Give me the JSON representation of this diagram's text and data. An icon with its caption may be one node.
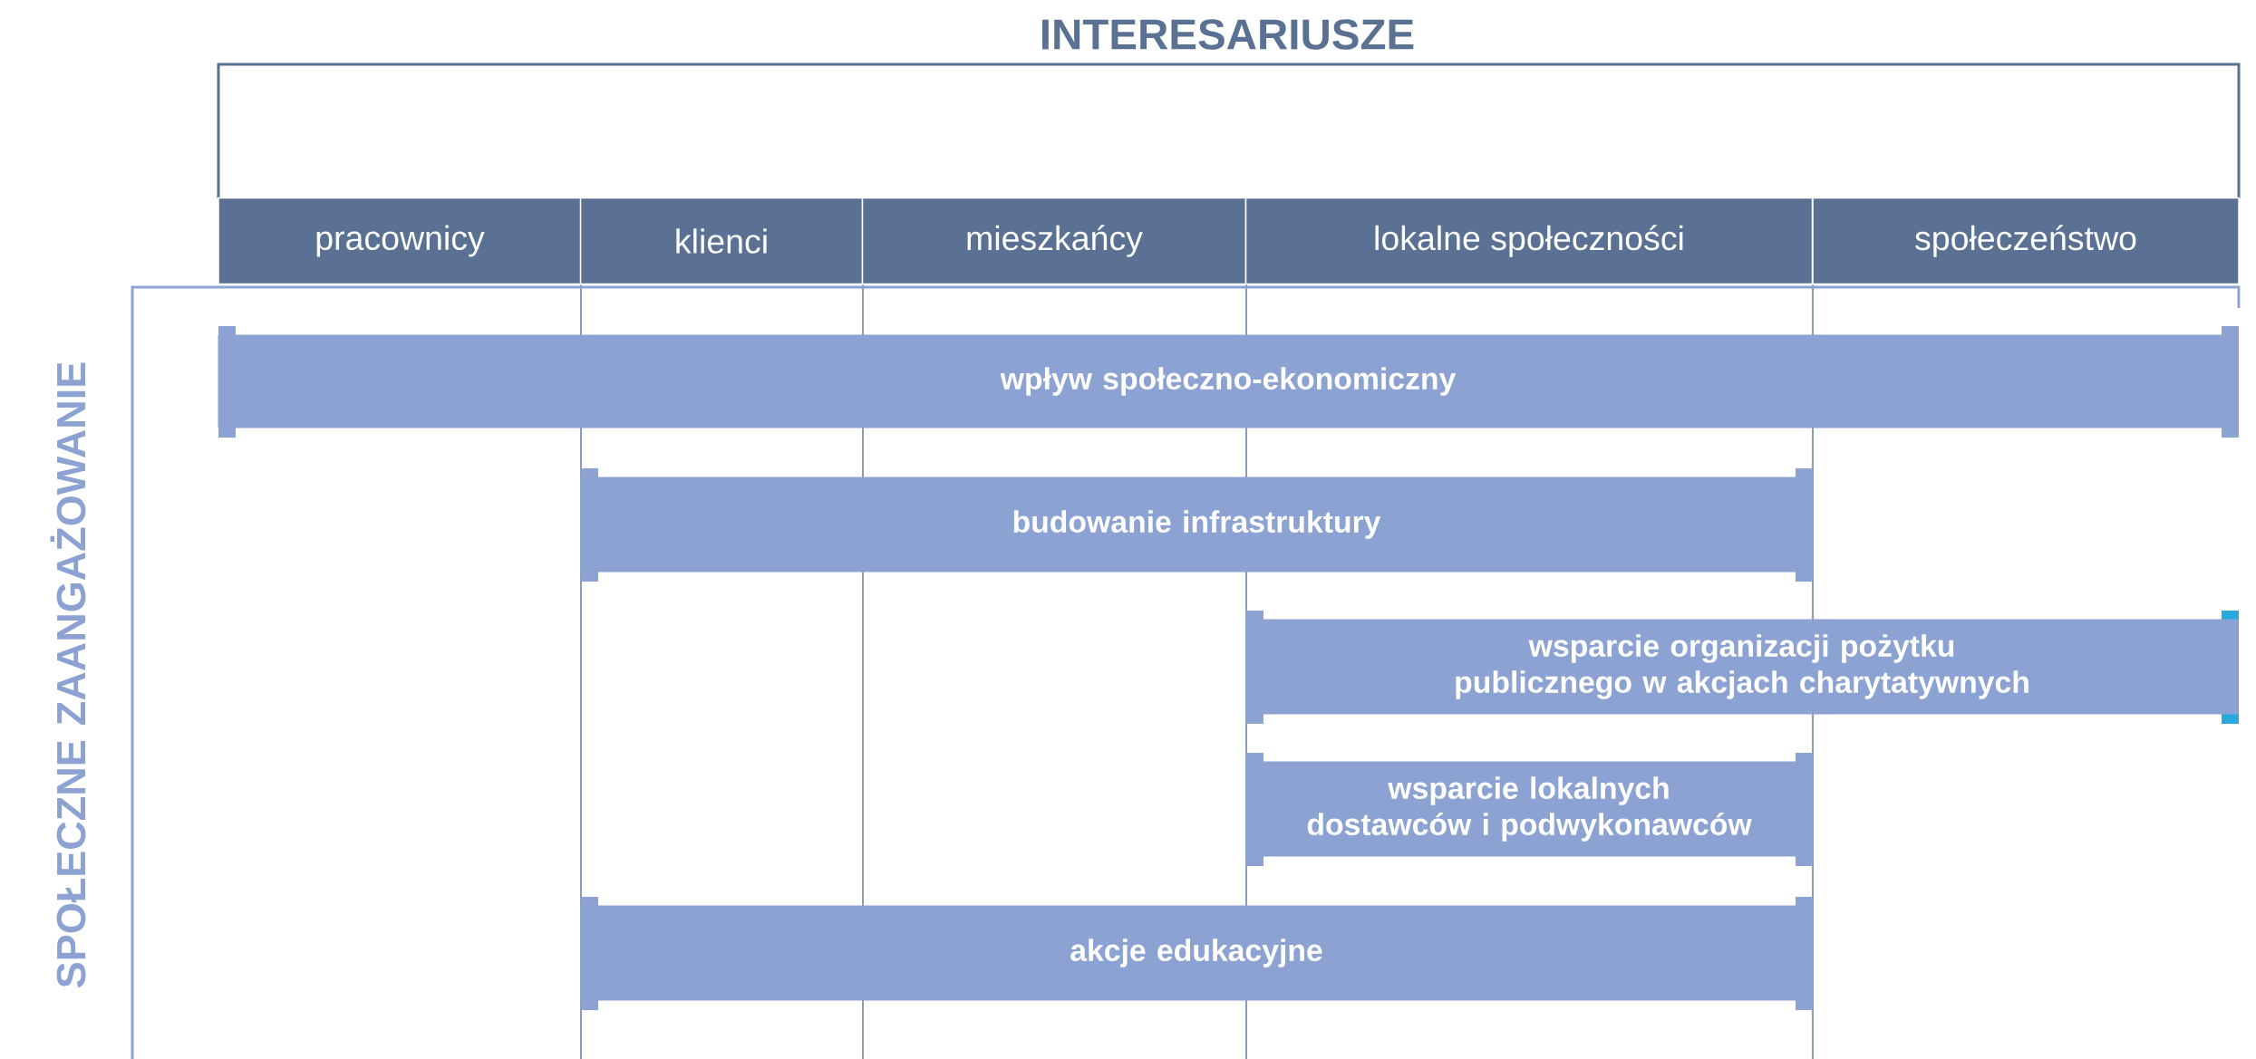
{
  "diagram": {
    "title": "INTERESARIUSZE",
    "nodes": [
      {
        "text": [
          "pracownicy"
        ]
      },
      {
        "text": [
          "klienci"
        ]
      },
      {
        "text": [
          "mieszkańcy"
        ]
      },
      {
        "text": [
          "lokalne społeczności"
        ]
      },
      {
        "text": [
          "społeczeństwo"
        ]
      },
      {
        "text": [
          "wpływ społeczno-ekonomiczny"
        ]
      },
      {
        "text": [
          "budowanie infrastruktury"
        ]
      },
      {
        "text": [
          "wsparcie organizacji pożytku publicznego w akcjach charytatywnych"
        ]
      },
      {
        "text": [
          "wsparcie lokalnych dostawców i podwykonawców"
        ]
      },
      {
        "text": [
          "akcje edukacyjne"
        ]
      }
    ],
    "labels": [
      "SPOŁECZNE ZAANGAŻOWANIE"
    ]
  }
}
